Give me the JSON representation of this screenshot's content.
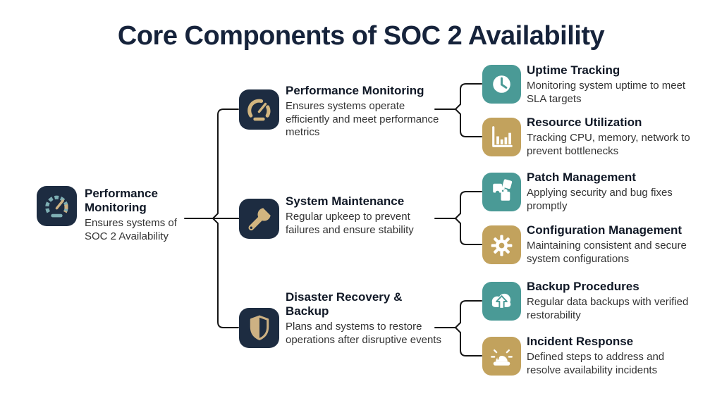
{
  "title": "Core Components of SOC 2 Availability",
  "colors": {
    "background": "#ffffff",
    "navy_icon": "#1d2c41",
    "teal_icon": "#4a9a96",
    "gold_icon": "#c2a25d",
    "gold_glyph": "#d2b57f",
    "teal_glyph": "#7eafb4",
    "title_text": "#16233b",
    "heading_text": "#101826",
    "body_text": "#333333",
    "connector_line": "#151515"
  },
  "root": {
    "title": "Performance Monitoring",
    "description": "Ensures systems of SOC 2 Availability",
    "icon": "gauge-icon",
    "icon_color": "navy"
  },
  "branches": [
    {
      "title": "Performance Monitoring",
      "description": "Ensures systems operate efficiently and meet performance metrics",
      "icon": "gauge-icon",
      "icon_color": "navy",
      "children": [
        {
          "title": "Uptime Tracking",
          "description": "Monitoring system uptime to meet SLA targets",
          "icon": "clock-icon",
          "icon_color": "teal"
        },
        {
          "title": "Resource Utilization",
          "description": "Tracking CPU, memory, network to prevent bottlenecks",
          "icon": "bar-chart-icon",
          "icon_color": "gold"
        }
      ]
    },
    {
      "title": "System Maintenance",
      "description": "Regular upkeep to prevent failures and ensure stability",
      "icon": "wrench-icon",
      "icon_color": "navy",
      "children": [
        {
          "title": "Patch Management",
          "description": "Applying security and bug fixes promptly",
          "icon": "puzzle-icon",
          "icon_color": "teal"
        },
        {
          "title": "Configuration Management",
          "description": "Maintaining consistent and secure system configurations",
          "icon": "gear-icon",
          "icon_color": "gold"
        }
      ]
    },
    {
      "title": "Disaster Recovery & Backup",
      "description": "Plans and systems to restore operations after disruptive events",
      "icon": "shield-icon",
      "icon_color": "navy",
      "children": [
        {
          "title": "Backup Procedures",
          "description": "Regular data backups with verified restorability",
          "icon": "cloud-upload-icon",
          "icon_color": "teal"
        },
        {
          "title": "Incident Response",
          "description": "Defined steps to address and resolve availability incidents",
          "icon": "siren-icon",
          "icon_color": "gold"
        }
      ]
    }
  ]
}
